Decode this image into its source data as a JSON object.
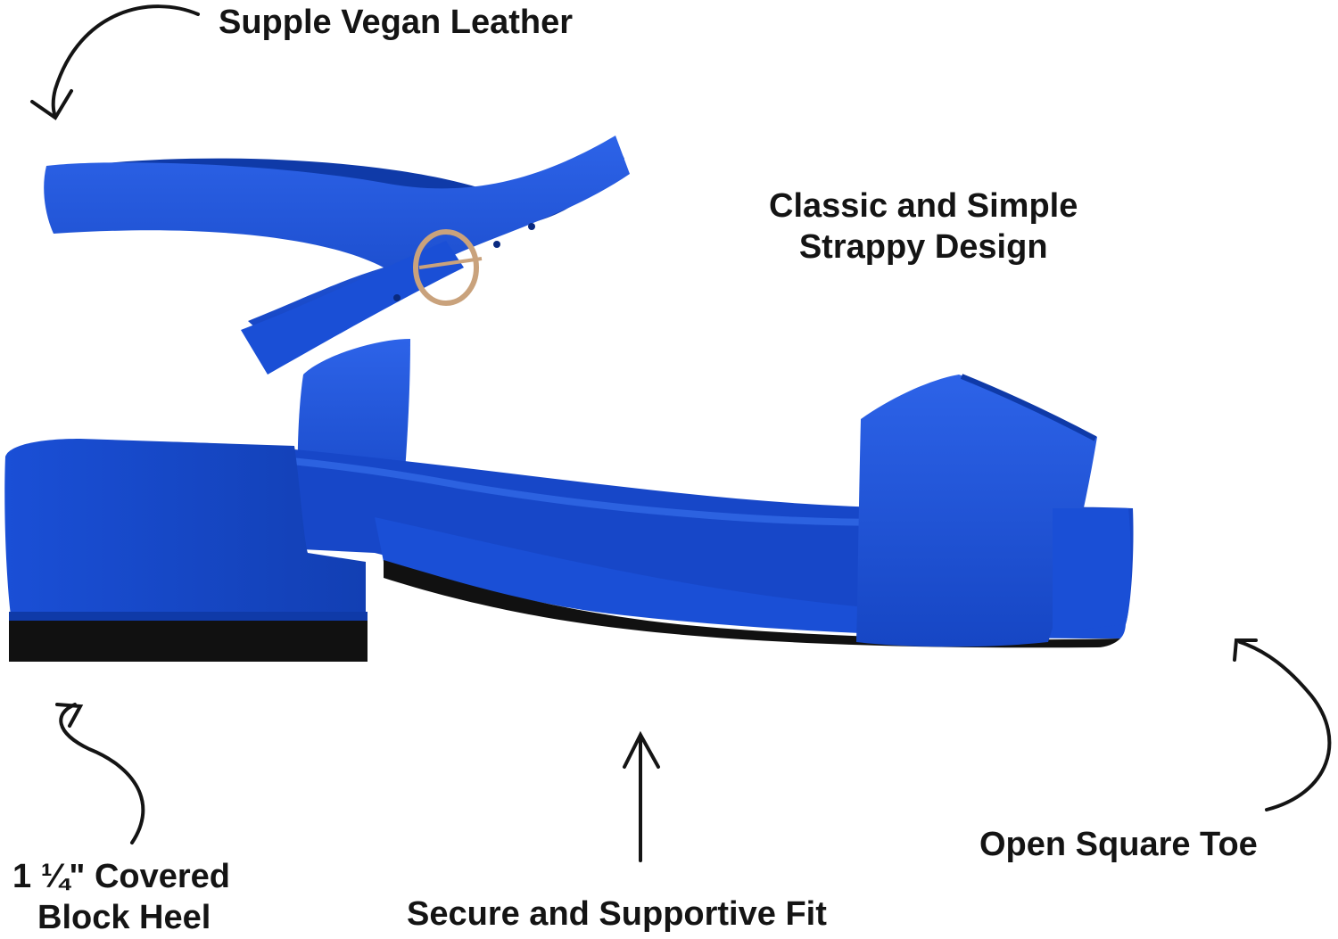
{
  "image": {
    "subject": "sandal-product",
    "colors": {
      "background": "#ffffff",
      "suede": "#1a4fd6",
      "suede_dark": "#0f3aa8",
      "suede_light": "#2d63e8",
      "sole": "#111111",
      "buckle": "#c9a27c",
      "ink": "#141414"
    }
  },
  "callouts": {
    "vegan_leather": "Supple Vegan Leather",
    "design_line1": "Classic and Simple",
    "design_line2": "Strappy Design",
    "heel_line1": "1 ¼\" Covered",
    "heel_line2": "Block Heel",
    "fit": "Secure and Supportive Fit",
    "toe": "Open Square Toe"
  },
  "icons": [
    "curved-arrow-icon",
    "straight-up-arrow-icon"
  ]
}
